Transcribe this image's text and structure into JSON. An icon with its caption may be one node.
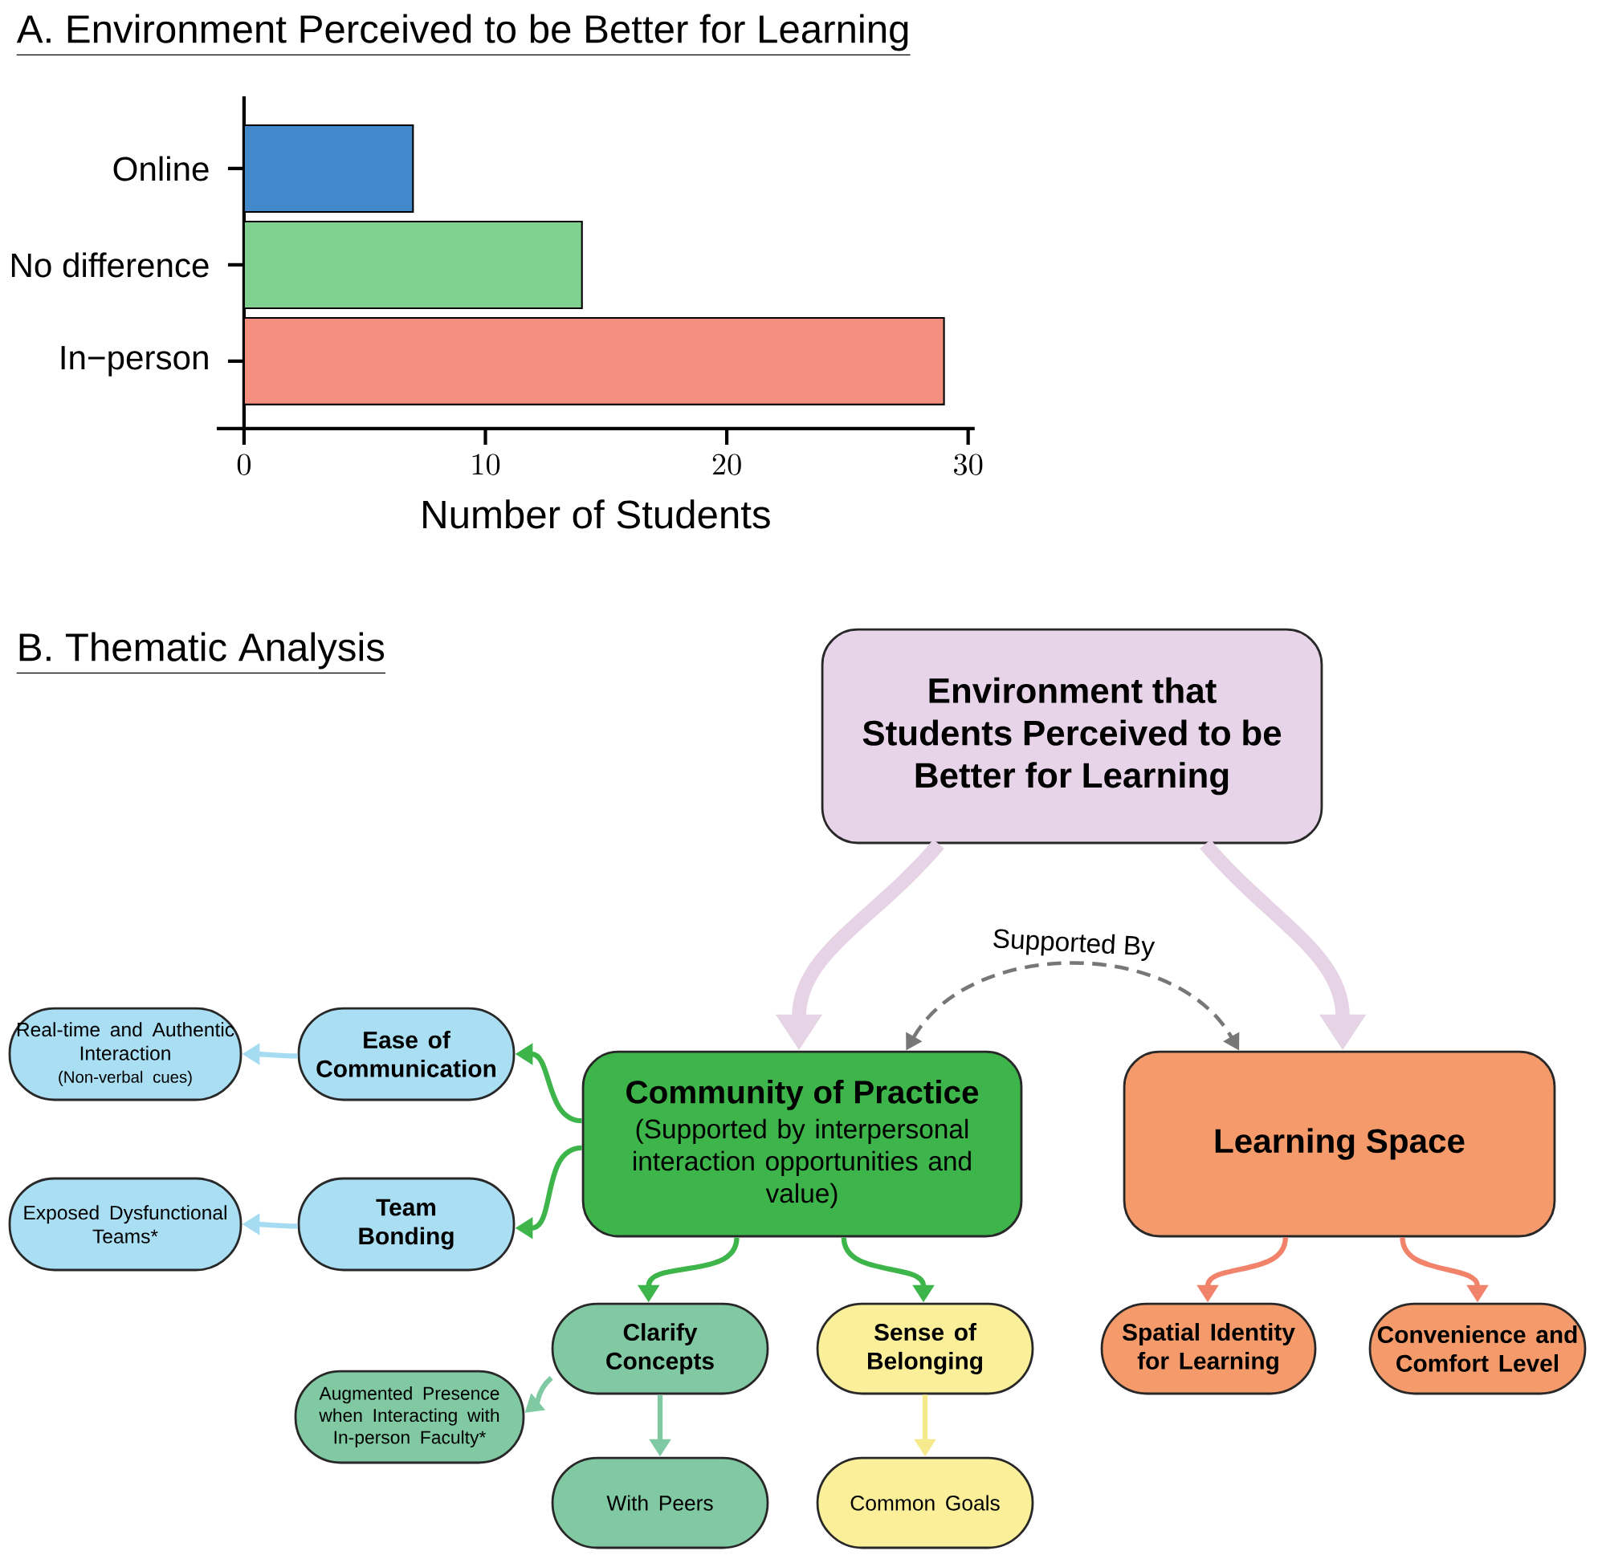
{
  "diagram": {
    "title": "B. Thematic Analysis",
    "nodes": [
      {
        "text": [
          "Environment that Students Perceived to be Better for Learning"
        ]
      },
      {
        "text": [
          "Community of Practice",
          "(Supported by interpersonal interaction opportunities and value)"
        ]
      },
      {
        "text": [
          "Learning Space"
        ]
      },
      {
        "text": [
          "Ease of Communication"
        ]
      },
      {
        "text": [
          "Real-time and Authentic Interaction",
          "(Non-verbal cues)"
        ]
      },
      {
        "text": [
          "Team Bonding"
        ]
      },
      {
        "text": [
          "Exposed Dysfunctional Teams*"
        ]
      },
      {
        "text": [
          "Clarify Concepts"
        ]
      },
      {
        "text": [
          "Sense of Belonging"
        ]
      },
      {
        "text": [
          "Augmented Presence when Interacting with In-person Faculty*"
        ]
      },
      {
        "text": [
          "With Peers"
        ]
      },
      {
        "text": [
          "Common Goals"
        ]
      },
      {
        "text": [
          "Spatial Identity for Learning"
        ]
      },
      {
        "text": [
          "Convenience and Comfort Level"
        ]
      }
    ],
    "edges": [
      {
        "from": 0,
        "to": 1,
        "arrow": "to",
        "style": "thick",
        "color": "#e6d3e6"
      },
      {
        "from": 0,
        "to": 2,
        "arrow": "to",
        "style": "thick",
        "color": "#e6d3e6"
      },
      {
        "from": 1,
        "to": 2,
        "arrow": "both",
        "style": "dashed",
        "color": "#777777",
        "label": "Supported By"
      },
      {
        "from": 1,
        "to": 3,
        "arrow": "to"
      },
      {
        "from": 1,
        "to": 5,
        "arrow": "to"
      },
      {
        "from": 3,
        "to": 4,
        "arrow": "to",
        "color": "#a6dcf1"
      },
      {
        "from": 5,
        "to": 6,
        "arrow": "to",
        "color": "#a6dcf1"
      },
      {
        "from": 1,
        "to": 7,
        "arrow": "to"
      },
      {
        "from": 1,
        "to": 8,
        "arrow": "to"
      },
      {
        "from": 7,
        "to": 9,
        "arrow": "to",
        "color": "#7fc9a3"
      },
      {
        "from": 7,
        "to": 10,
        "arrow": "to",
        "color": "#7fc9a3"
      },
      {
        "from": 8,
        "to": 11,
        "arrow": "to",
        "color": "#f5ea8c"
      },
      {
        "from": 2,
        "to": 12,
        "arrow": "to",
        "color": "#f1836b"
      },
      {
        "from": 2,
        "to": 13,
        "arrow": "to",
        "color": "#f1836b"
      }
    ],
    "chart_data": {
      "type": "bar",
      "orientation": "horizontal",
      "title": "A. Environment Perceived to be Better for Learning",
      "xlabel": "Number of Students",
      "categories": [
        "Online",
        "No difference",
        "In−person"
      ],
      "series": [
        {
          "color": "#4189cb",
          "values": [
            7,
            null,
            null
          ]
        },
        {
          "color": "#7fd18f",
          "values": [
            null,
            14,
            null
          ]
        },
        {
          "color": "#f48f80",
          "values": [
            null,
            null,
            29
          ]
        }
      ],
      "xlim": [
        -1.13,
        30.27
      ],
      "xticks": [
        0,
        10,
        20,
        30
      ]
    }
  }
}
